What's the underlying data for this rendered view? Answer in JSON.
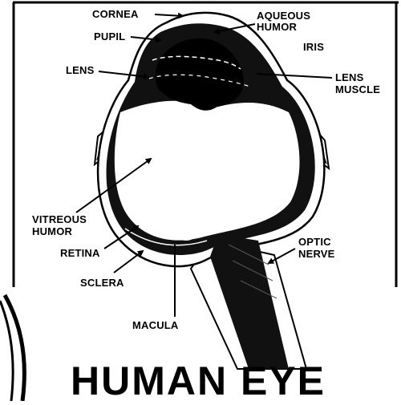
{
  "diagram": {
    "title": "HUMAN EYE",
    "labels": {
      "cornea": "CORNEA",
      "pupil": "PUPIL",
      "aqueous_line1": "AQUEOUS",
      "aqueous_line2": "HUMOR",
      "iris": "IRIS",
      "lens": "LENS",
      "lens_muscle_line1": "LENS",
      "lens_muscle_line2": "MUSCLE",
      "vitreous_line1": "VITREOUS",
      "vitreous_line2": "HUMOR",
      "retina": "RETINA",
      "sclera": "SCLERA",
      "macula": "MACULA",
      "optic_line1": "OPTIC",
      "optic_line2": "NERVE"
    }
  }
}
